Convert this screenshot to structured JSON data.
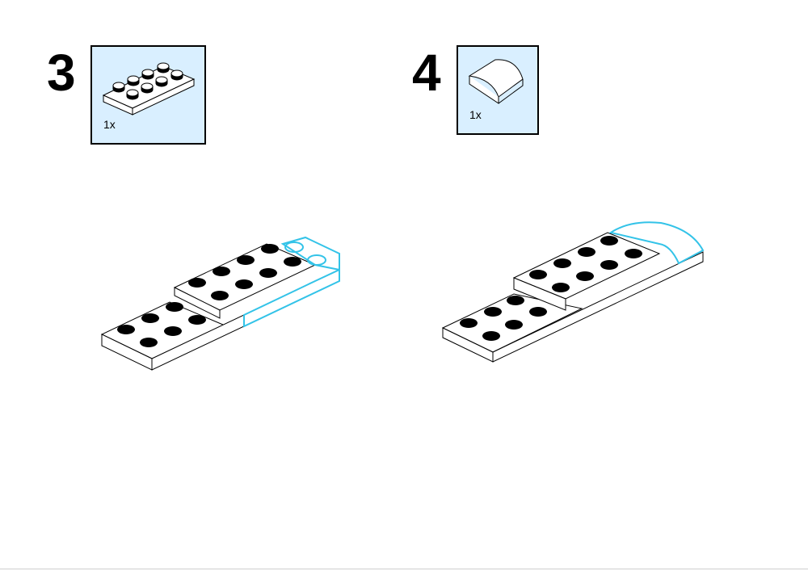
{
  "steps": [
    {
      "number": "3",
      "part_quantity": "1x",
      "part_icon": "plate-2x4-icon"
    },
    {
      "number": "4",
      "part_quantity": "1x",
      "part_icon": "curved-slope-tile-icon"
    }
  ],
  "colors": {
    "callout_bg": "#d9efff",
    "highlight": "#33c3e8",
    "stud": "#000000",
    "outline": "#000000"
  }
}
